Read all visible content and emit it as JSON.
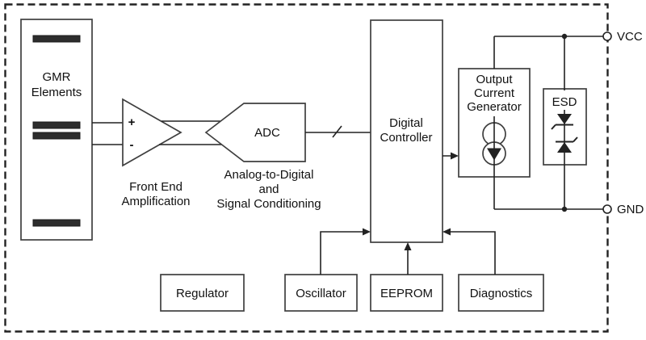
{
  "blocks": {
    "gmr": {
      "line1": "GMR",
      "line2": "Elements"
    },
    "front_end": {
      "plus": "+",
      "minus": "-",
      "caption1": "Front End",
      "caption2": "Amplification"
    },
    "adc": {
      "label": "ADC",
      "caption1": "Analog-to-Digital",
      "caption2": "and",
      "caption3": "Signal Conditioning"
    },
    "digital_controller": {
      "line1": "Digital",
      "line2": "Controller"
    },
    "output_current_generator": {
      "line1": "Output",
      "line2": "Current",
      "line3": "Generator"
    },
    "esd": {
      "label": "ESD"
    },
    "regulator": {
      "label": "Regulator"
    },
    "oscillator": {
      "label": "Oscillator"
    },
    "eeprom": {
      "label": "EEPROM"
    },
    "diagnostics": {
      "label": "Diagnostics"
    }
  },
  "terminals": {
    "vcc": "VCC",
    "gnd": "GND"
  },
  "colors": {
    "wire": "#222222",
    "box_stroke": "#3f3f3f",
    "bar_fill": "#2d2d2d",
    "text": "#111111",
    "background": "#ffffff"
  }
}
